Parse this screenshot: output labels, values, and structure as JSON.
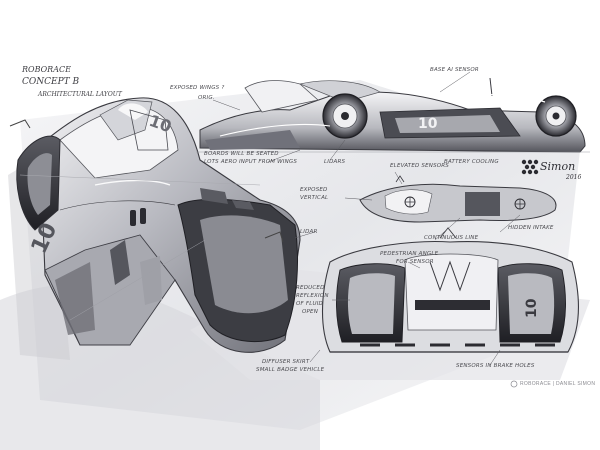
{
  "sheet": {
    "title_line1": "ROBORACE",
    "title_line2": "CONCEPT B",
    "title_line3": "ARCHITECTURAL LAYOUT",
    "signature": "Simon",
    "signature_year": "2016",
    "credit": "ROBORACE | DANIEL SIMON"
  },
  "annotations": {
    "exposed_wings": "EXPOSED WINGS ?",
    "exposed_wings_2": "ORIG.",
    "base_sensor": "BASE AI SENSOR",
    "boards_seated": "BOARDS WILL BE SEATED",
    "boards_seated_2": "LOTS AERO INPUT FROM WINGS",
    "lidars": "LIDARS",
    "battery_cooling": "BATTERY COOLING",
    "elevated_sensors": "ELEVATED SENSORS",
    "exposed_vertical": "EXPOSED",
    "exposed_vertical_2": "VERTICAL",
    "continuous_line": "CONTINUOUS LINE",
    "hidden_intake": "HIDDEN INTAKE",
    "side_label": "LIDAR",
    "pedestrian_angle": "PEDESTRIAN ANGLE",
    "pedestrian_angle_2": "FOR SENSOR",
    "reduced_reflexion": "REDUCED",
    "reduced_reflexion_2": "REFLEXION",
    "reduced_reflexion_3": "OF FLUID",
    "reduced_reflexion_4": "OPEN",
    "diffuser_skirt": "DIFFUSER SKIRT",
    "diffuser_skirt_2": "SMALL BADGE VEHICLE",
    "sensors_rear": "SENSORS IN BRAKE HOLES"
  },
  "livery": {
    "race_number": "10"
  },
  "colors": {
    "ink": "#2f2f35",
    "shade": "#8d8e96",
    "light": "#d9dadf",
    "paper": "#ffffff"
  }
}
